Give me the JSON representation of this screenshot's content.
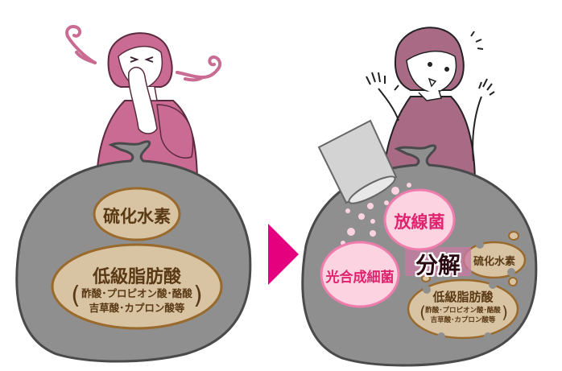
{
  "colors": {
    "arrow": "#e5007e",
    "bag": "#8f8f8f",
    "bag_outline": "#4a4a4a",
    "person_shirt_before": "#c96b92",
    "person_shirt_after": "#a86a85",
    "beige_fill": "#d8c3a3",
    "beige_outline": "#9a6a2c",
    "bacteria_fill": "#fbd3e1",
    "bacteria_outline": "#f07cae",
    "brown_text": "#5a3a14",
    "pink_text": "#e0236e"
  },
  "before": {
    "person": "woman-holding-nose",
    "smell_icon": "stink-waves",
    "bag": {
      "substance_1": "硫化水素",
      "substance_2_title": "低級脂肪酸",
      "substance_2_detail_line1": "酢酸･プロピオン酸･酪酸",
      "substance_2_detail_line2": "吉草酸･カプロン酸等",
      "paren_open": "(",
      "paren_close": ")"
    }
  },
  "arrow": "right-triangle",
  "after": {
    "person": "woman-surprised-happy",
    "powder_bag": "microbe-powder-bag",
    "bacteria_1": "放線菌",
    "bacteria_2": "光合成細菌",
    "action_label": "分解",
    "bag": {
      "substance_1": "硫化水素",
      "substance_2_title": "低級脂肪酸",
      "substance_2_detail_line1": "酢酸･プロピオン酸･酪酸",
      "substance_2_detail_line2": "吉草酸･カプロン酸等",
      "paren_open": "(",
      "paren_close": ")"
    }
  }
}
